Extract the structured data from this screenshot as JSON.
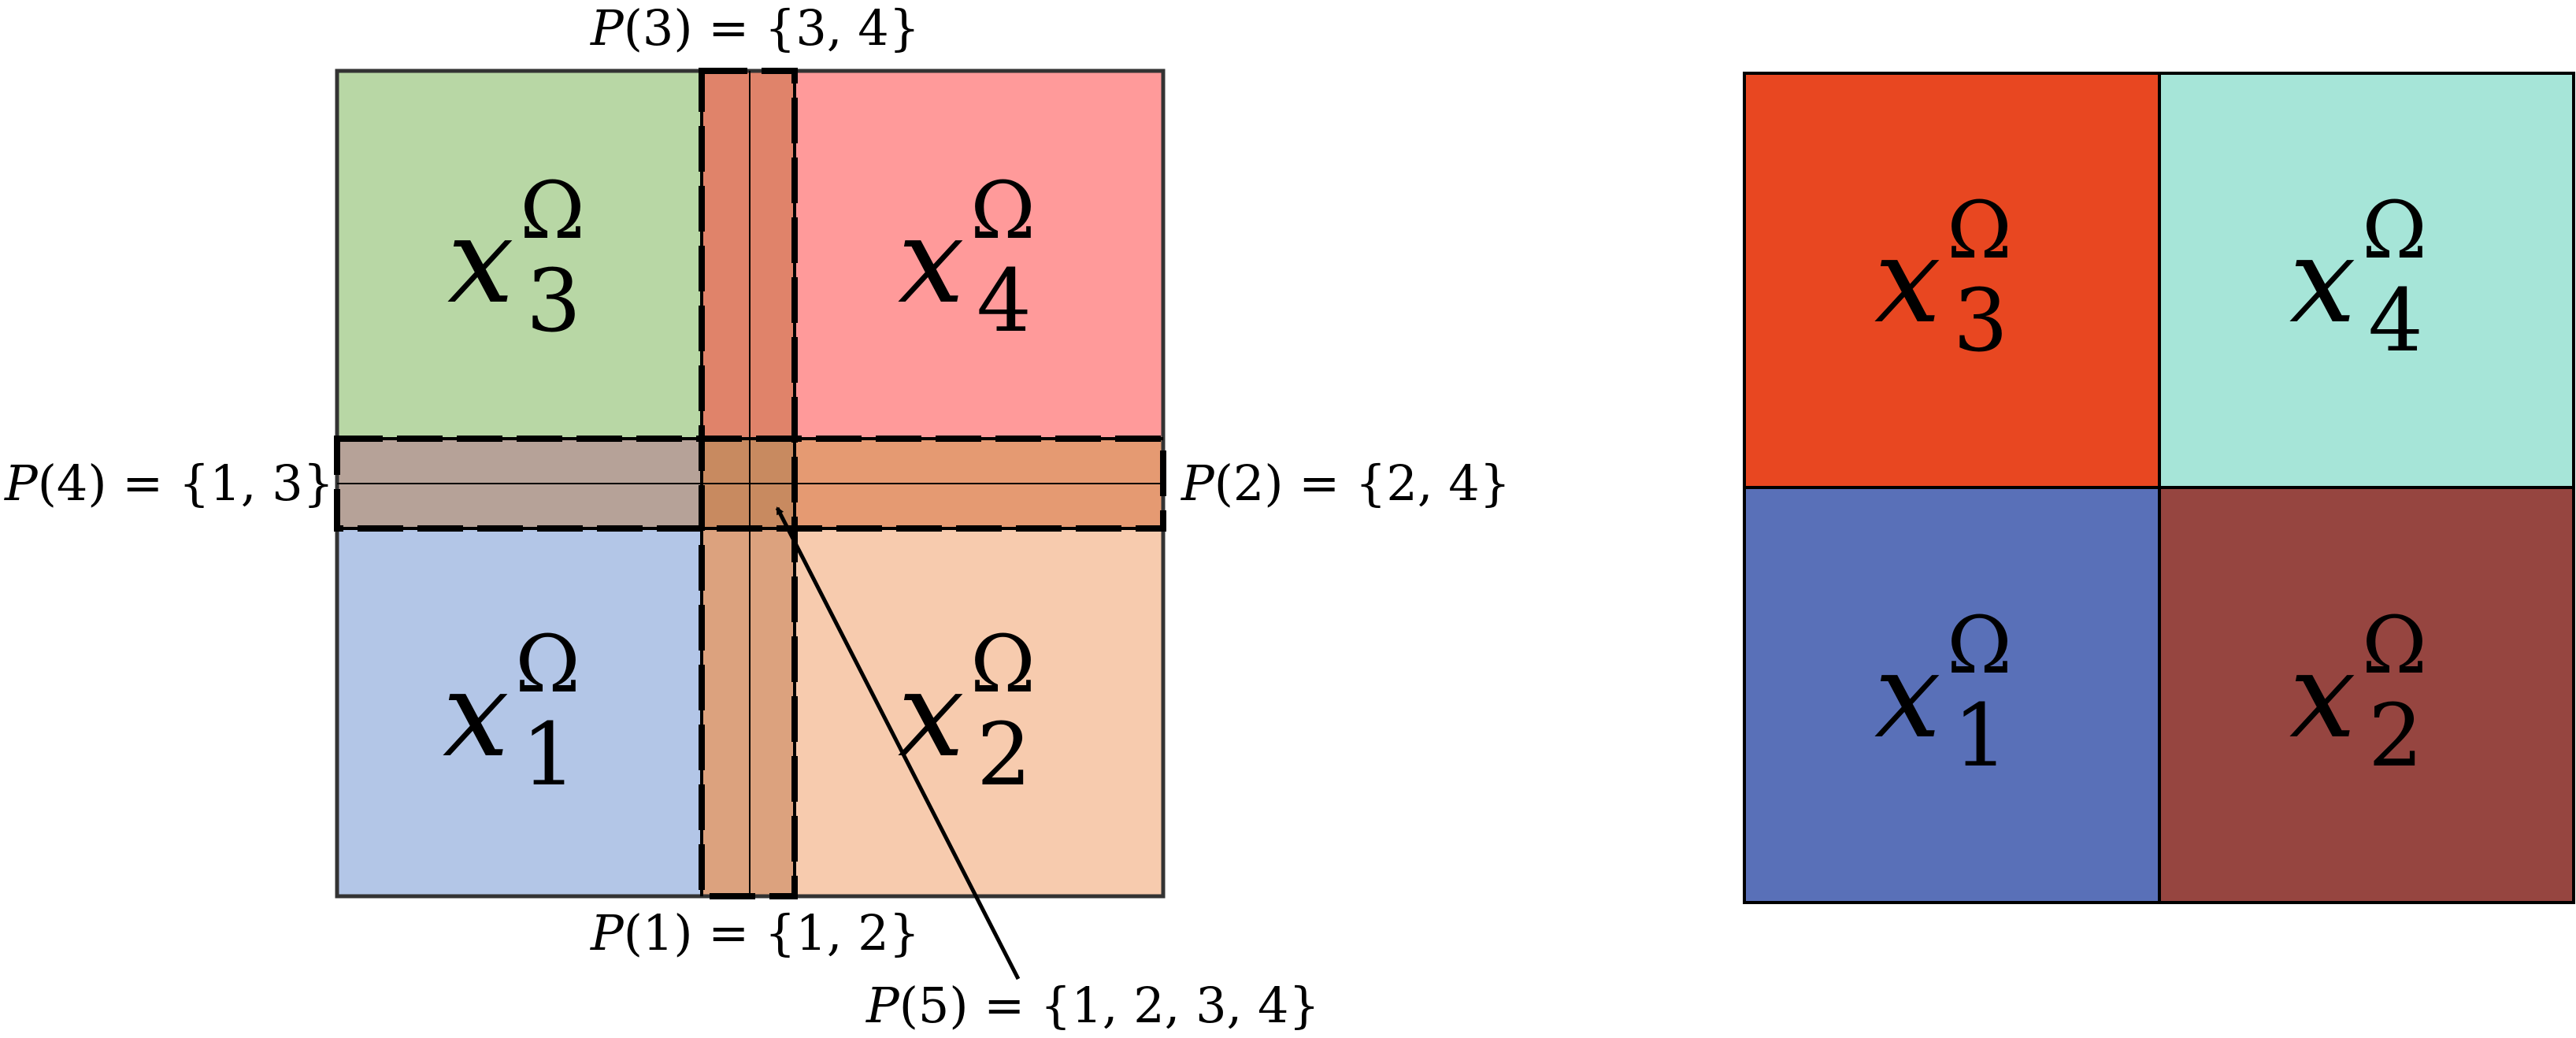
{
  "left_panel": {
    "regions": [
      {
        "id": "x1",
        "base": "x",
        "sup": "Ω",
        "sub": "1",
        "color": "#b3c6e7"
      },
      {
        "id": "x2",
        "base": "x",
        "sup": "Ω",
        "sub": "2",
        "color": "#f7cbae"
      },
      {
        "id": "x3",
        "base": "x",
        "sup": "Ω",
        "sub": "3",
        "color": "#b8d7a5"
      },
      {
        "id": "x4",
        "base": "x",
        "sup": "Ω",
        "sub": "4",
        "color": "#ff9a9a"
      }
    ],
    "overlap_labels": {
      "p3": {
        "fn": "P",
        "arg": "(3)",
        "rest": " = {3, 4}"
      },
      "p4": {
        "fn": "P",
        "arg": "(4)",
        "rest": " = {1, 3}"
      },
      "p2": {
        "fn": "P",
        "arg": "(2)",
        "rest": " = {2, 4}"
      },
      "p1": {
        "fn": "P",
        "arg": "(1)",
        "rest": " = {1, 2}"
      },
      "p5": {
        "fn": "P",
        "arg": "(5)",
        "rest": " = {1, 2, 3, 4}"
      }
    },
    "overlap_colors": {
      "vertical_top": "#e0836a",
      "vertical_bottom": "#dca27e",
      "horizontal_left": "#b6a298",
      "horizontal_right": "#e59a72"
    }
  },
  "right_panel": {
    "regions": [
      {
        "id": "x3",
        "base": "x",
        "sup": "Ω",
        "sub": "3",
        "color": "#e84721"
      },
      {
        "id": "x4",
        "base": "x",
        "sup": "Ω",
        "sub": "4",
        "color": "#a6e5d8"
      },
      {
        "id": "x1",
        "base": "x",
        "sup": "Ω",
        "sub": "1",
        "color": "#5970b8"
      },
      {
        "id": "x2",
        "base": "x",
        "sup": "Ω",
        "sub": "2",
        "color": "#964540"
      }
    ]
  }
}
